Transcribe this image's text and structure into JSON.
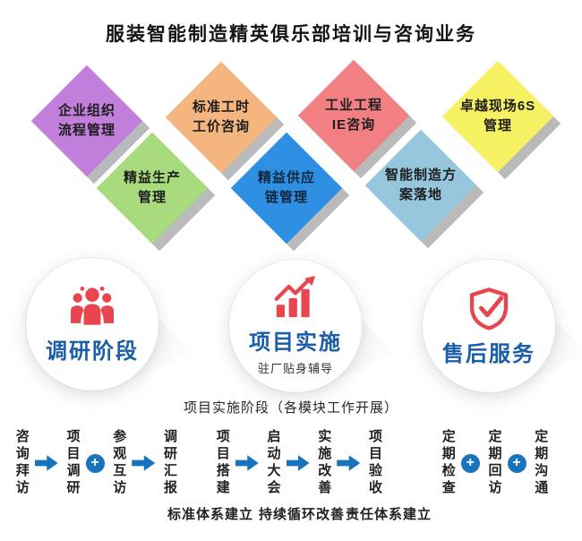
{
  "page": {
    "title": "服装智能制造精英俱乐部培训与咨询业务"
  },
  "colors": {
    "accent_red": "#e8454e",
    "title_blue": "#1a5dab",
    "connector_blue": "#1873bd",
    "diamond_shadow_gray": "#a9a9a9",
    "text_dark": "#1d1d1d"
  },
  "diamonds": [
    {
      "line1": "企业组织",
      "line2": "流程管理",
      "color": "#c17fdb"
    },
    {
      "line1": "标准工时",
      "line2": "工价咨询",
      "color": "#f4b67e"
    },
    {
      "line1": "工业工程",
      "line2": "IE咨询",
      "color": "#f28083"
    },
    {
      "line1": "卓越现场6S",
      "line2": "管理",
      "color": "#f6f063"
    },
    {
      "line1": "精益生产",
      "line2": "管理",
      "color": "#a8da7e"
    },
    {
      "line1": "精益供应",
      "line2": "链管理",
      "color": "#2f8fe3"
    },
    {
      "line1": "智能制造方",
      "line2": "案落地",
      "color": "#95c6dc"
    }
  ],
  "stages": [
    {
      "title": "调研阶段",
      "icon": "team-icon"
    },
    {
      "title": "项目实施",
      "subtitle": "驻厂贴身辅导",
      "icon": "growth-chart-icon"
    },
    {
      "title": "售后服务",
      "icon": "shield-check-icon"
    }
  ],
  "process": {
    "title": "项目实施阶段（各模块工作开展）",
    "plus_glyph": "+",
    "groups": [
      {
        "steps": [
          "咨询拜访",
          "项目调研",
          "参观互访",
          "调研汇报"
        ],
        "connectors": [
          "arrow",
          "plus",
          "arrow"
        ]
      },
      {
        "steps": [
          "项目搭建",
          "启动大会",
          "实施改善",
          "项目验收"
        ],
        "connectors": [
          "arrow",
          "arrow",
          "arrow"
        ]
      },
      {
        "steps": [
          "定期检查",
          "定期回访",
          "定期沟通"
        ],
        "connectors": [
          "plus",
          "plus"
        ]
      }
    ],
    "footers": [
      "标准体系建立",
      "持续循环改善",
      "责任体系建立"
    ]
  }
}
